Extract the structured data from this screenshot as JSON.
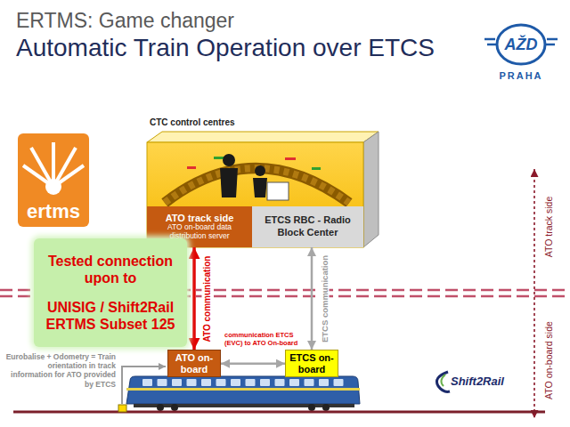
{
  "diagram": {
    "title": "Automatic Train Operation over ETCS",
    "nodes": [
      {
        "text": [
          "CTC control centres"
        ]
      },
      {
        "text": [
          "ATO track side",
          "ATO on-board data distribution server"
        ],
        "in": 0
      },
      {
        "text": [
          "ETCS RBC - Radio Block Center"
        ],
        "in": 0
      },
      {
        "text": [
          "Tested connection upon to",
          "UNISIG / Shift2Rail ERTMS Subset 125"
        ]
      },
      {
        "text": [
          "ATO on-board"
        ]
      },
      {
        "text": [
          "ETCS on-board"
        ]
      }
    ],
    "edges": [
      {
        "from": 1,
        "to": 4,
        "arrow": "both",
        "label": "ATO communication"
      },
      {
        "from": 2,
        "to": 5,
        "arrow": "both",
        "label": "ETCS communication"
      },
      {
        "from": 4,
        "to": 5,
        "arrow": "both",
        "label": "communication ETCS (EVC) to ATO On-board"
      }
    ],
    "labels": [
      "ERTMS: Game changer",
      "AŽD",
      "PRAHA",
      "ertms",
      "Eurobalise + Odometry = Train orientation in track information for ATO provided by ETCS",
      "ATO track side",
      "ATO on-board side",
      "Shift2Rail"
    ]
  }
}
